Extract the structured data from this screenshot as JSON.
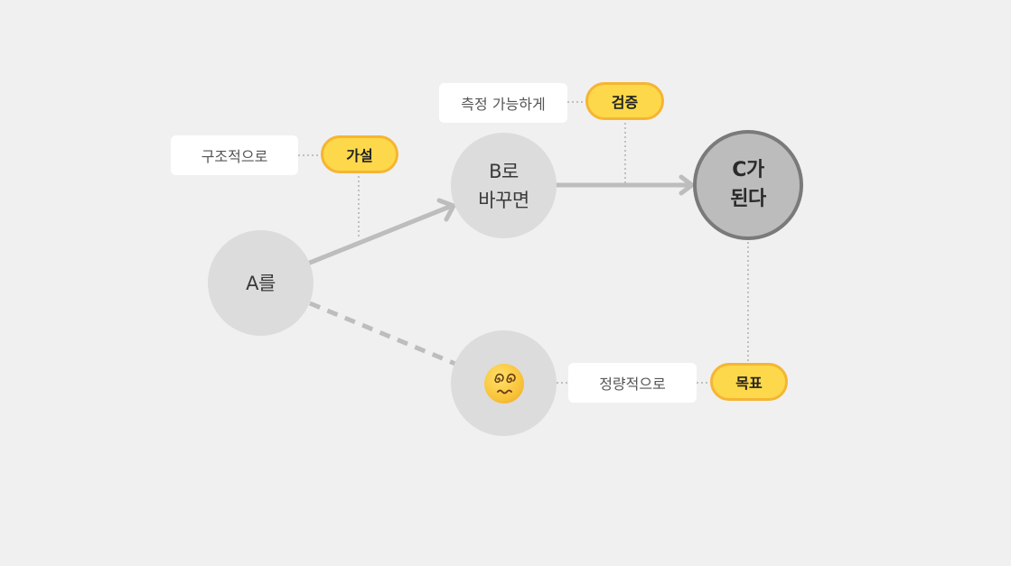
{
  "nodes": {
    "a": {
      "label": "A를"
    },
    "b": {
      "label": "B로\n바꾸면"
    },
    "c": {
      "label": "C가\n된다"
    },
    "dizzy": {
      "icon": "dizzy-face-icon"
    }
  },
  "tags": {
    "hypothesis": {
      "pill": "가설",
      "note": "구조적으로"
    },
    "verification": {
      "pill": "검증",
      "note": "측정 가능하게"
    },
    "goal": {
      "pill": "목표",
      "note": "정량적으로"
    }
  },
  "colors": {
    "background": "#f0f0f0",
    "node": "#dcdcdc",
    "node_goal": "#bcbcbc",
    "node_goal_border": "#7a7a7a",
    "pill_fill": "#fdd84a",
    "pill_border": "#f5b533",
    "arrow": "#bdbdbd",
    "dotted": "#b0b0b0"
  }
}
